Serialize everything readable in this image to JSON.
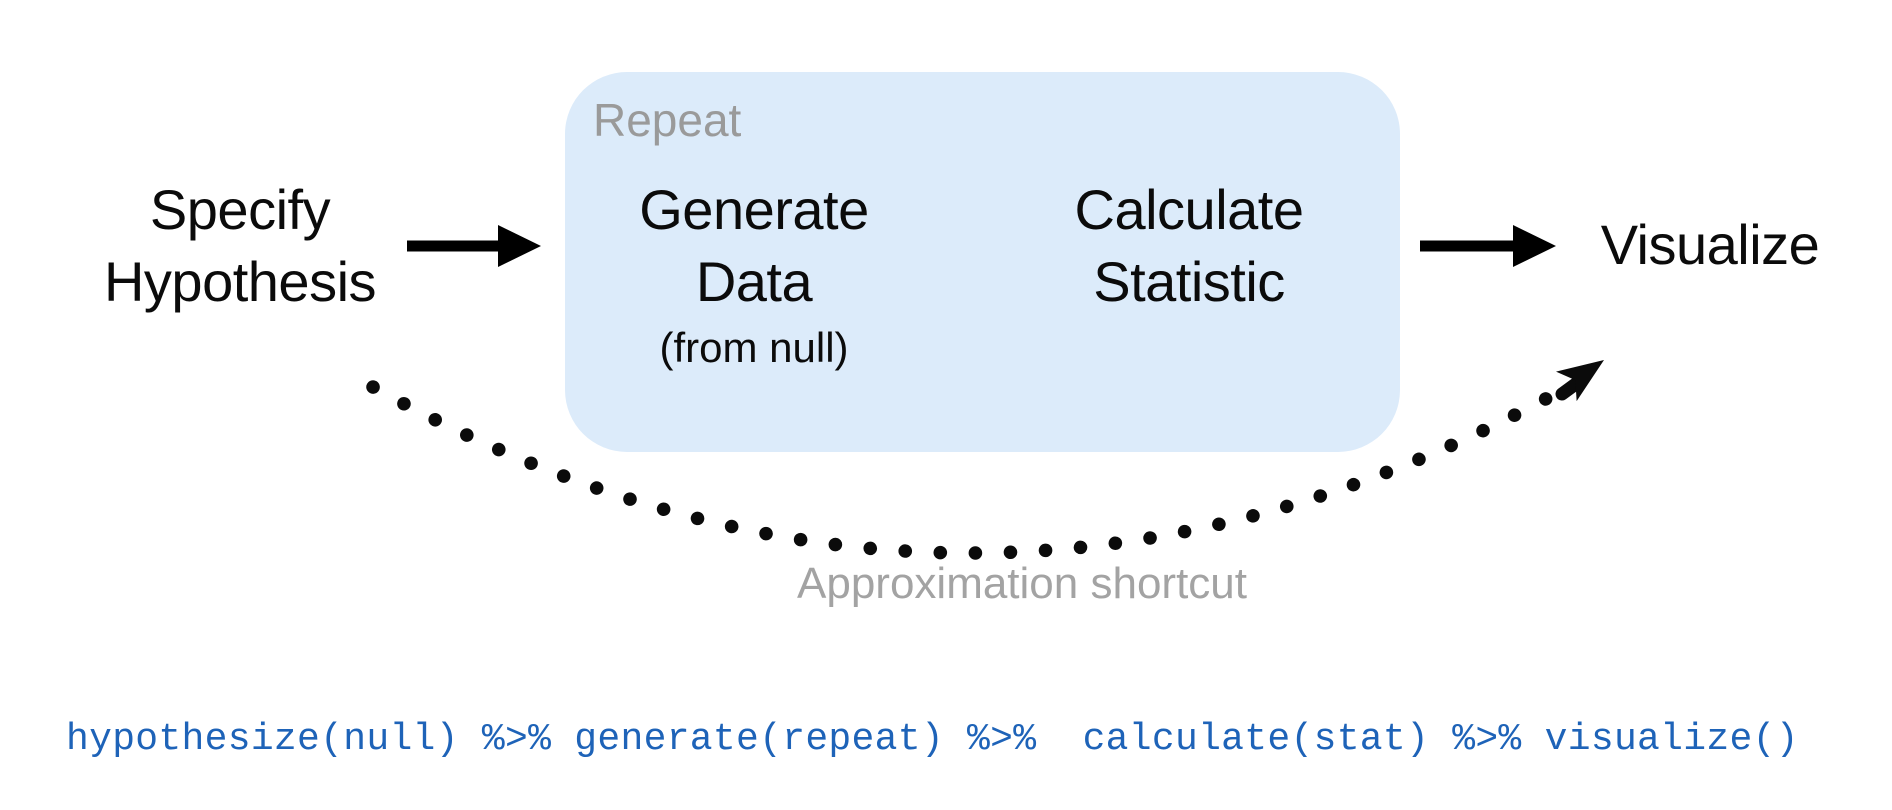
{
  "colors": {
    "background": "#ffffff",
    "text": "#0b0b0b",
    "arrow": "#000000",
    "repeat_box_fill": "#dcebfa",
    "repeat_label": "#9a9a9a",
    "shortcut_label": "#a3a3a3",
    "code_text": "#1e63b8"
  },
  "diagram": {
    "specify": {
      "line1": "Specify",
      "line2": "Hypothesis"
    },
    "repeat_box": {
      "label": "Repeat"
    },
    "generate": {
      "line1": "Generate",
      "line2": "Data",
      "note": "(from null)"
    },
    "calculate": {
      "line1": "Calculate",
      "line2": "Statistic"
    },
    "visualize": {
      "label": "Visualize"
    },
    "shortcut": {
      "label": "Approximation shortcut"
    }
  },
  "code": {
    "text": "hypothesize(null) %>% generate(repeat) %>%  calculate(stat) %>% visualize()"
  }
}
